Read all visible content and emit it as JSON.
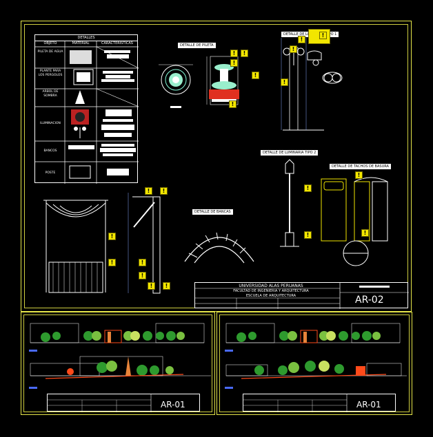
{
  "main_sheet": {
    "sheet_code": "AR-02",
    "title_block": {
      "university": "UNIVERSIDAD ALAS PERUANAS",
      "faculty": "FACULTAD DE INGENIERIA Y ARQUITECTURA",
      "school": "ESCUELA DE ARQUITECTURA"
    },
    "labels": {
      "pileta": "DETALLE DE PILETA",
      "luminaria_1": "DETALLE DE LUMINARIA TIPO 1",
      "luminaria_2": "DETALLE DE LUMINARIA TIPO 2",
      "bancas": "DETALLE DE BANCAS",
      "basura": "DETALLE DE TACHOS DE BASURA"
    },
    "details_table": {
      "title": "DETALLES",
      "headers": [
        "OBJETO",
        "MATERIAL",
        "CARACTERISTICAS"
      ],
      "rows": [
        "PILETA DE AGUA",
        "PLANTE PARA LOS PERGOLOS",
        "ARBOL DE SOMBRA",
        "ILUMINACION",
        "BANCOS",
        "POSTE"
      ]
    }
  },
  "sheet_left": {
    "sheet_code": "AR-01"
  },
  "sheet_right": {
    "sheet_code": "AR-01"
  },
  "colors": {
    "frame": "#e8e84a",
    "warning": "#f2e600",
    "tree": "#2e9a2e",
    "accent": "#ff4a1a"
  },
  "icons": [
    "warning-icon"
  ]
}
